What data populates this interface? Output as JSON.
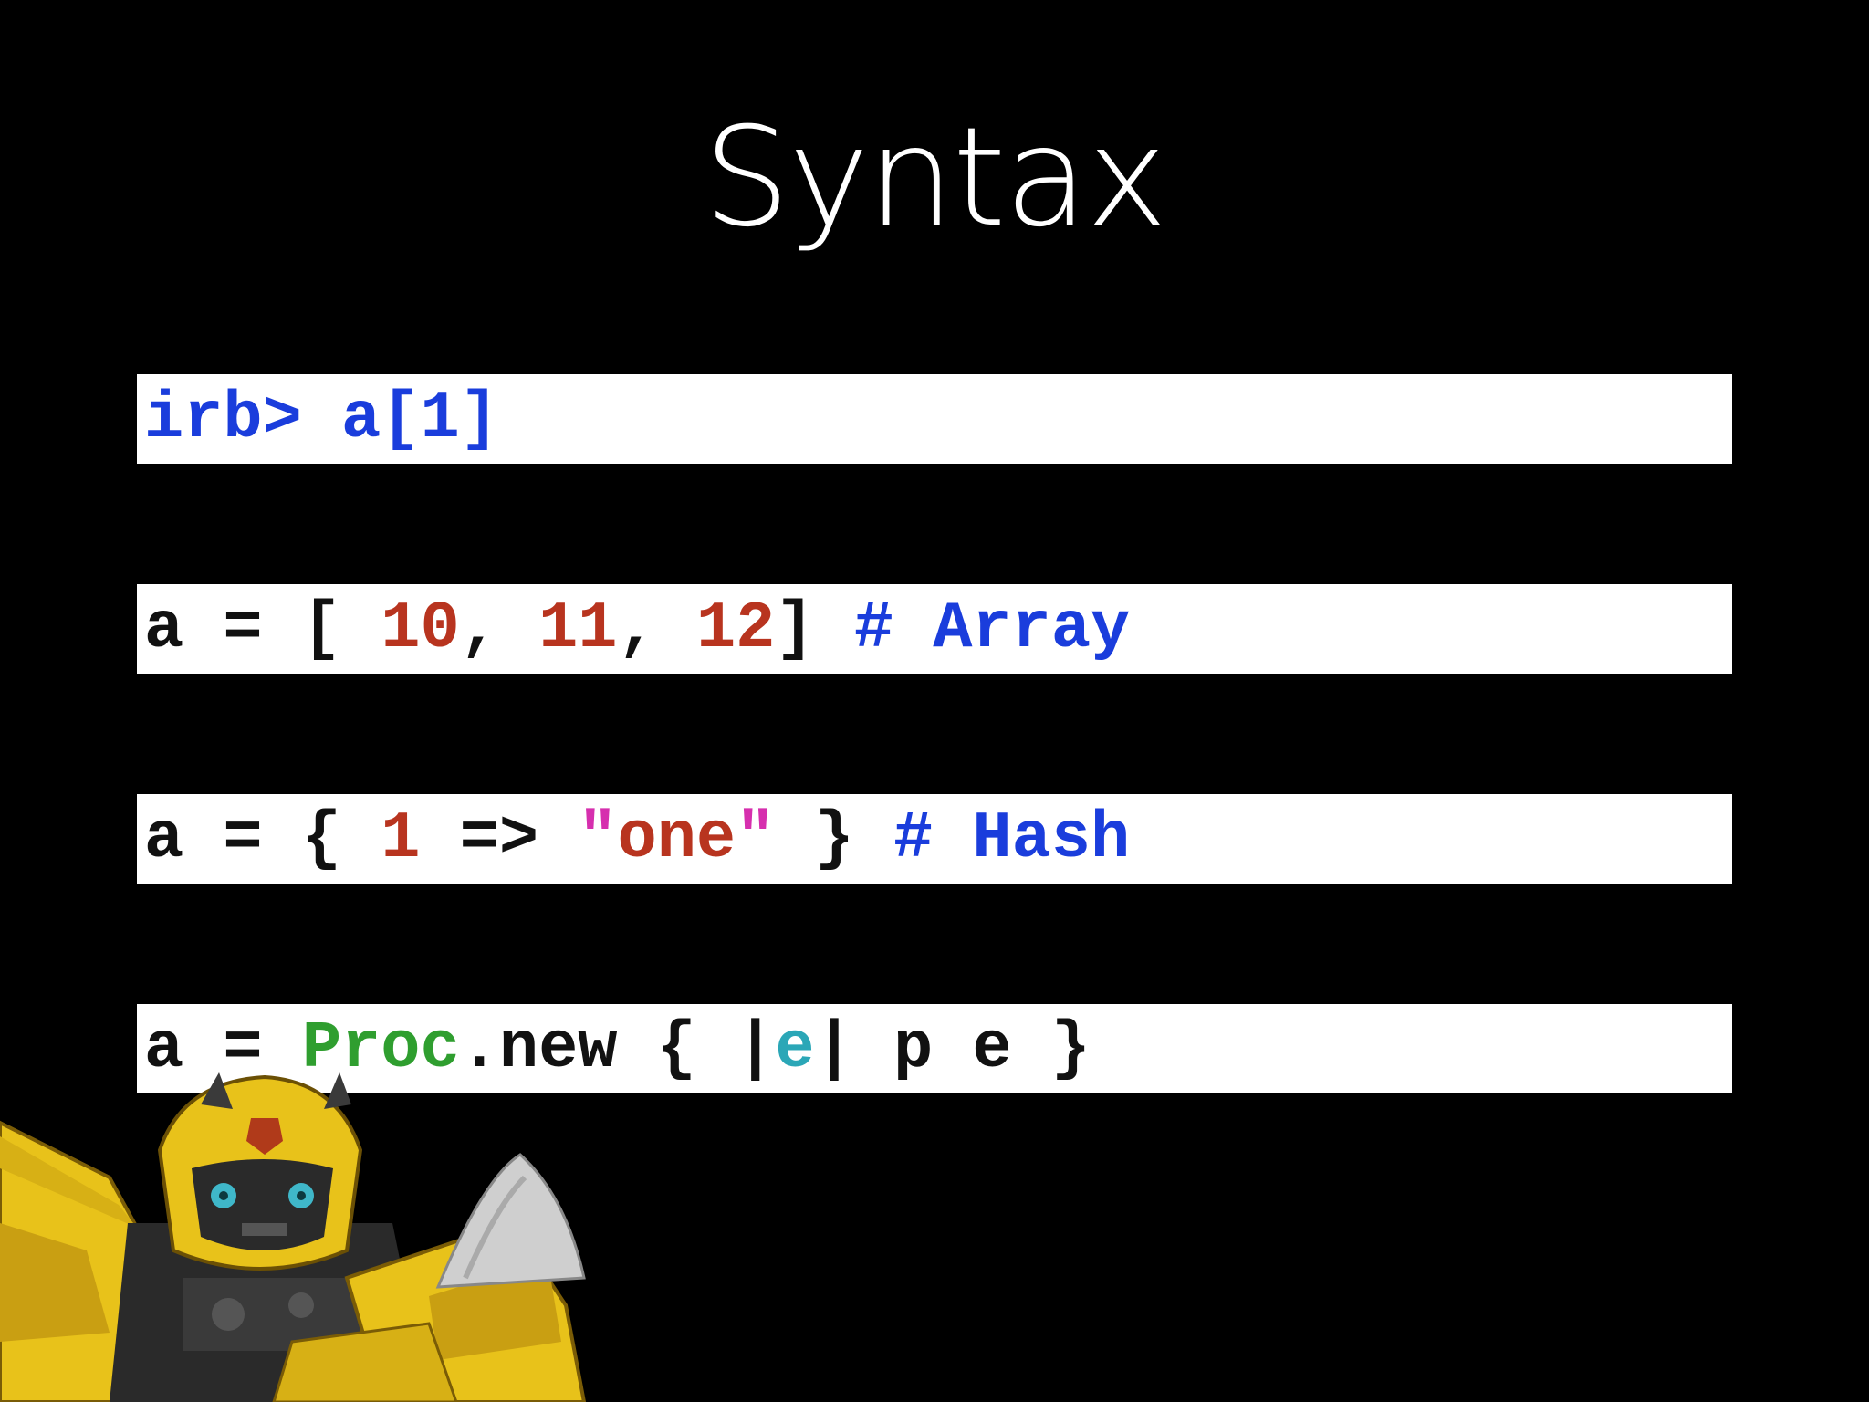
{
  "slide": {
    "title": "Syntax",
    "background_color": "#000000"
  },
  "code_lines": [
    {
      "tokens": [
        {
          "text": "irb> a[1]",
          "role": "prompt",
          "color": "#1a3ddc"
        }
      ]
    },
    {
      "tokens": [
        {
          "text": "a = [ ",
          "role": "plain",
          "color": "#111111"
        },
        {
          "text": "10",
          "role": "number",
          "color": "#b8341f"
        },
        {
          "text": ", ",
          "role": "plain",
          "color": "#111111"
        },
        {
          "text": "11",
          "role": "number",
          "color": "#b8341f"
        },
        {
          "text": ", ",
          "role": "plain",
          "color": "#111111"
        },
        {
          "text": "12",
          "role": "number",
          "color": "#b8341f"
        },
        {
          "text": "] ",
          "role": "plain",
          "color": "#111111"
        },
        {
          "text": "# Array",
          "role": "comment",
          "color": "#1a3ddc"
        }
      ]
    },
    {
      "tokens": [
        {
          "text": "a = { ",
          "role": "plain",
          "color": "#111111"
        },
        {
          "text": "1",
          "role": "number",
          "color": "#b8341f"
        },
        {
          "text": " => ",
          "role": "plain",
          "color": "#111111"
        },
        {
          "text": "\"",
          "role": "quote",
          "color": "#d62fae"
        },
        {
          "text": "one",
          "role": "string",
          "color": "#b8341f"
        },
        {
          "text": "\"",
          "role": "quote",
          "color": "#d62fae"
        },
        {
          "text": " } ",
          "role": "plain",
          "color": "#111111"
        },
        {
          "text": "# Hash",
          "role": "comment",
          "color": "#1a3ddc"
        }
      ]
    },
    {
      "tokens": [
        {
          "text": "a = ",
          "role": "plain",
          "color": "#111111"
        },
        {
          "text": "Proc",
          "role": "constant",
          "color": "#2f9e2f"
        },
        {
          "text": ".new { |",
          "role": "plain",
          "color": "#111111"
        },
        {
          "text": "e",
          "role": "variable",
          "color": "#2ba7b7"
        },
        {
          "text": "| p e }",
          "role": "plain",
          "color": "#111111"
        }
      ]
    }
  ],
  "illustration": {
    "icon": "yellow-robot-icon",
    "colors": {
      "body": "#e8c21a",
      "shade": "#a07d0a",
      "dark": "#2a2a2a",
      "eye": "#3fb7c9",
      "silver": "#cfcfcf"
    }
  }
}
